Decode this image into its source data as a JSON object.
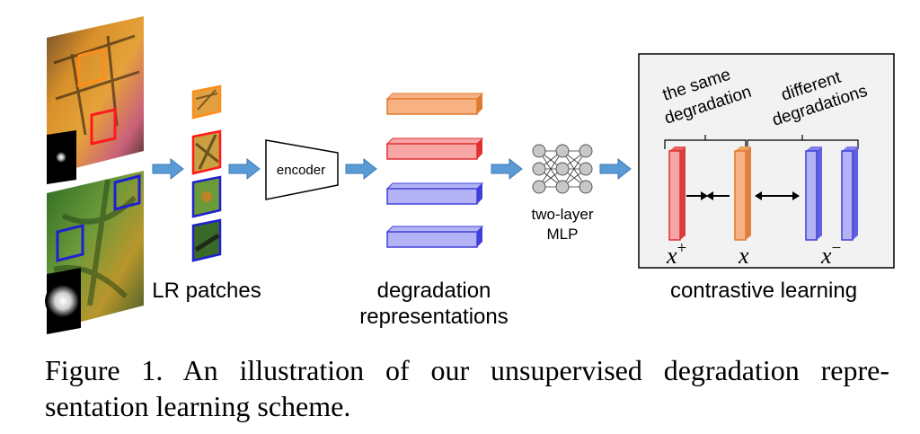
{
  "labels": {
    "encoder": "encoder",
    "mlp_line1": "two-layer",
    "mlp_line2": "MLP",
    "lr_patches": "LR patches",
    "deg_rep_line1": "degradation",
    "deg_rep_line2": "representations",
    "same_line1": "the same",
    "same_line2": "degradation",
    "diff_line1": "different",
    "diff_line2": "degradations",
    "contrastive": "contrastive learning",
    "x_plus": "x",
    "x_plus_sup": "+",
    "x": "x",
    "x_minus": "x",
    "x_minus_sup": "−"
  },
  "caption": {
    "line1": "Figure 1. An illustration of our unsupervised degradation repre-",
    "line2": "sentation learning scheme."
  },
  "colors": {
    "orange": "#f7b183",
    "orange_edge": "#e07a30",
    "red": "#f8a5a5",
    "red_edge": "#e03030",
    "blue": "#b3b3f5",
    "blue_edge": "#4040d8",
    "arrow_blue": "#5b9bd5",
    "panel_bg": "#f2f2f2"
  }
}
